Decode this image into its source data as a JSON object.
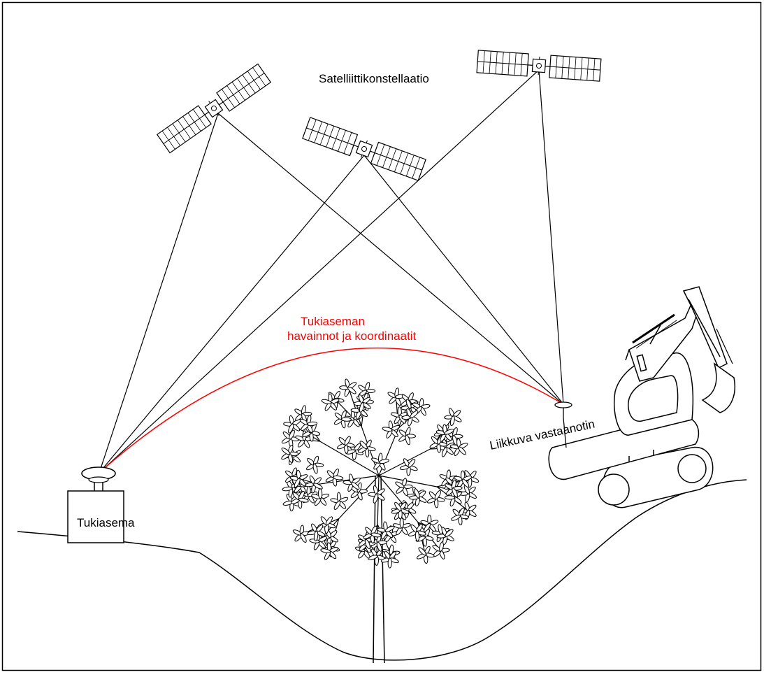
{
  "labels": {
    "constellation": "Satelliittikonstellaatio",
    "correction_line1": "Tukiaseman",
    "correction_line2": "havainnot ja koordinaatit",
    "base_station": "Tukiasema",
    "rover": "Liikkuva vastaanotin"
  },
  "colors": {
    "line": "#000000",
    "correction_link": "#ff0000",
    "background": "#ffffff"
  },
  "icons": [
    "satellite-icon",
    "gnss-antenna-icon",
    "tree-icon",
    "excavator-icon"
  ]
}
